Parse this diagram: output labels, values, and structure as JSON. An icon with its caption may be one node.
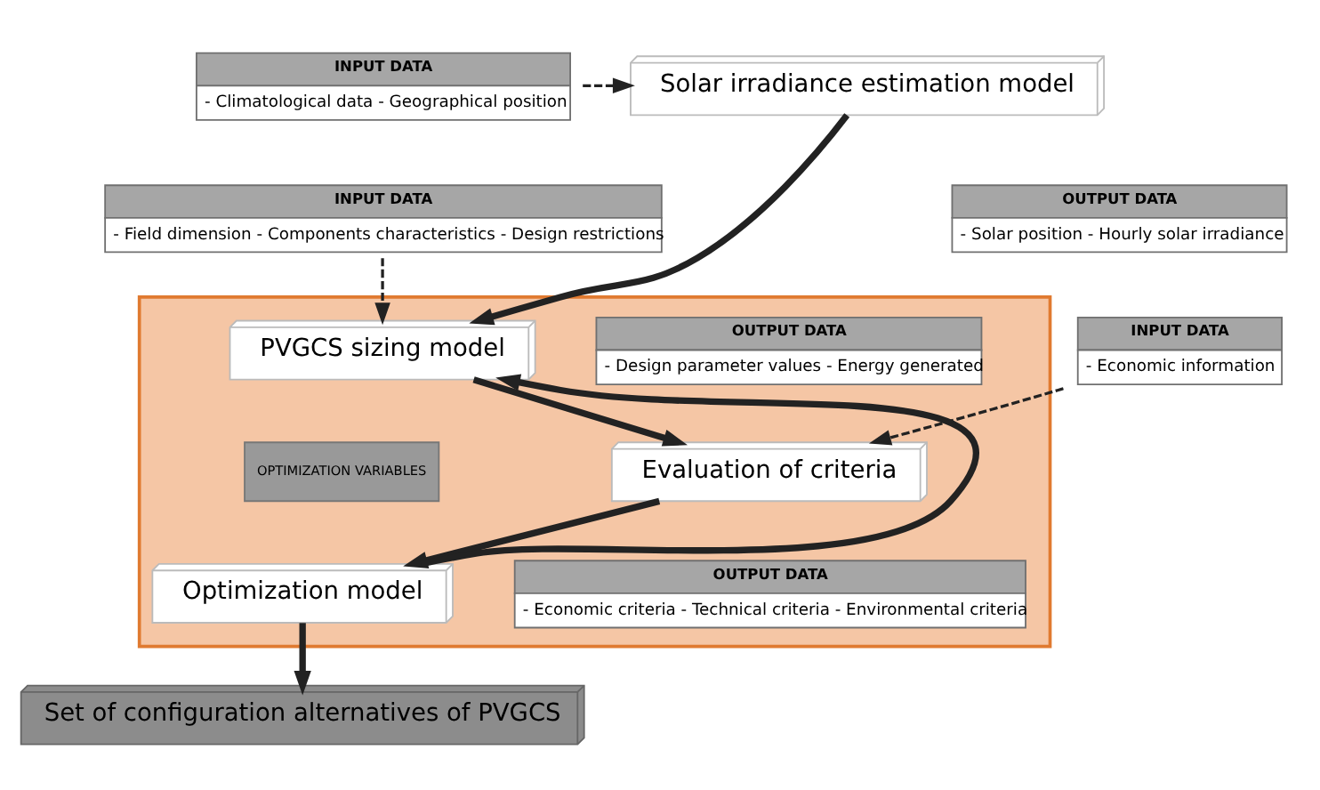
{
  "diagram": {
    "nodes": [
      {
        "text": [
          "INPUT DATA",
          "- Climatological data - Geographical position"
        ]
      },
      {
        "text": [
          "Solar irradiance estimation model"
        ]
      },
      {
        "text": [
          "OUTPUT DATA",
          "- Solar position - Hourly solar irradiance"
        ]
      },
      {
        "text": [],
        "shape": "box"
      },
      {
        "text": [
          "INPUT DATA",
          "- Field dimension - Components characteristics - Design restrictions"
        ]
      },
      {
        "text": [
          "PVGCS sizing model"
        ],
        "in": 3
      },
      {
        "text": [
          "OUTPUT DATA",
          "- Design parameter values - Energy generated"
        ],
        "in": 3
      },
      {
        "text": [
          "Evaluation of criteria"
        ],
        "in": 3
      },
      {
        "text": [
          "INPUT DATA",
          "- Economic information"
        ]
      },
      {
        "text": [
          "OPTIMIZATION VARIABLES"
        ],
        "in": 3
      },
      {
        "text": [
          "OUTPUT DATA",
          "- Economic criteria - Technical criteria - Environmental criteria"
        ],
        "in": 3
      },
      {
        "text": [
          "Optimization model"
        ],
        "in": 3
      },
      {
        "text": [
          "Set of configuration alternatives of PVGCS"
        ]
      }
    ],
    "edges": [
      {
        "from": 0,
        "to": 1,
        "arrow": "to",
        "style": "dashed"
      },
      {
        "from": 1,
        "to": 5,
        "arrow": "to"
      },
      {
        "from": 4,
        "to": 5,
        "arrow": "to",
        "style": "dashed"
      },
      {
        "from": 5,
        "to": 7,
        "arrow": "to"
      },
      {
        "from": 8,
        "to": 7,
        "arrow": "to",
        "style": "dashed"
      },
      {
        "from": 7,
        "to": 11,
        "arrow": "to"
      },
      {
        "from": 11,
        "to": 5,
        "arrow": "to"
      },
      {
        "from": 11,
        "to": 12,
        "arrow": "to"
      }
    ]
  }
}
